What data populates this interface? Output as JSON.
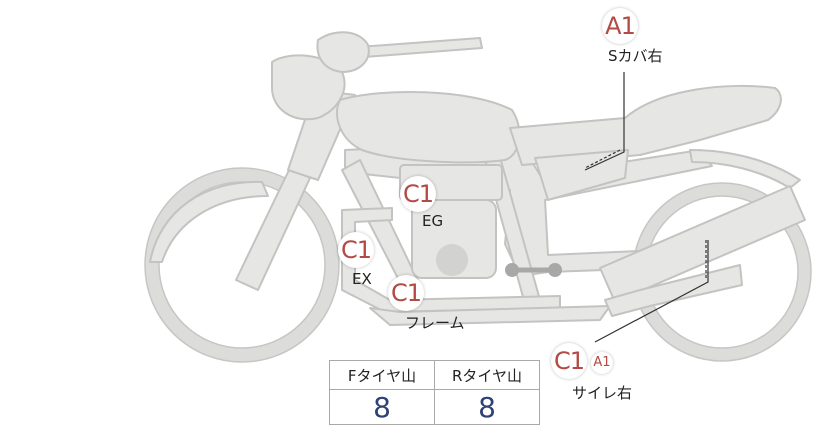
{
  "diagram": {
    "callouts": [
      {
        "id": "seat-cover-right",
        "grades": [
          "A1"
        ],
        "label": "Sカバ右"
      },
      {
        "id": "engine",
        "grades": [
          "C1"
        ],
        "label": "EG"
      },
      {
        "id": "exhaust",
        "grades": [
          "C1"
        ],
        "label": "EX"
      },
      {
        "id": "frame",
        "grades": [
          "C1"
        ],
        "label": "フレーム"
      },
      {
        "id": "silencer-right",
        "grades": [
          "C1",
          "A1"
        ],
        "label": "サイレ右"
      }
    ]
  },
  "tire_tread": {
    "headers": [
      "Fタイヤ山",
      "Rタイヤ山"
    ],
    "values": [
      "8",
      "8"
    ]
  }
}
